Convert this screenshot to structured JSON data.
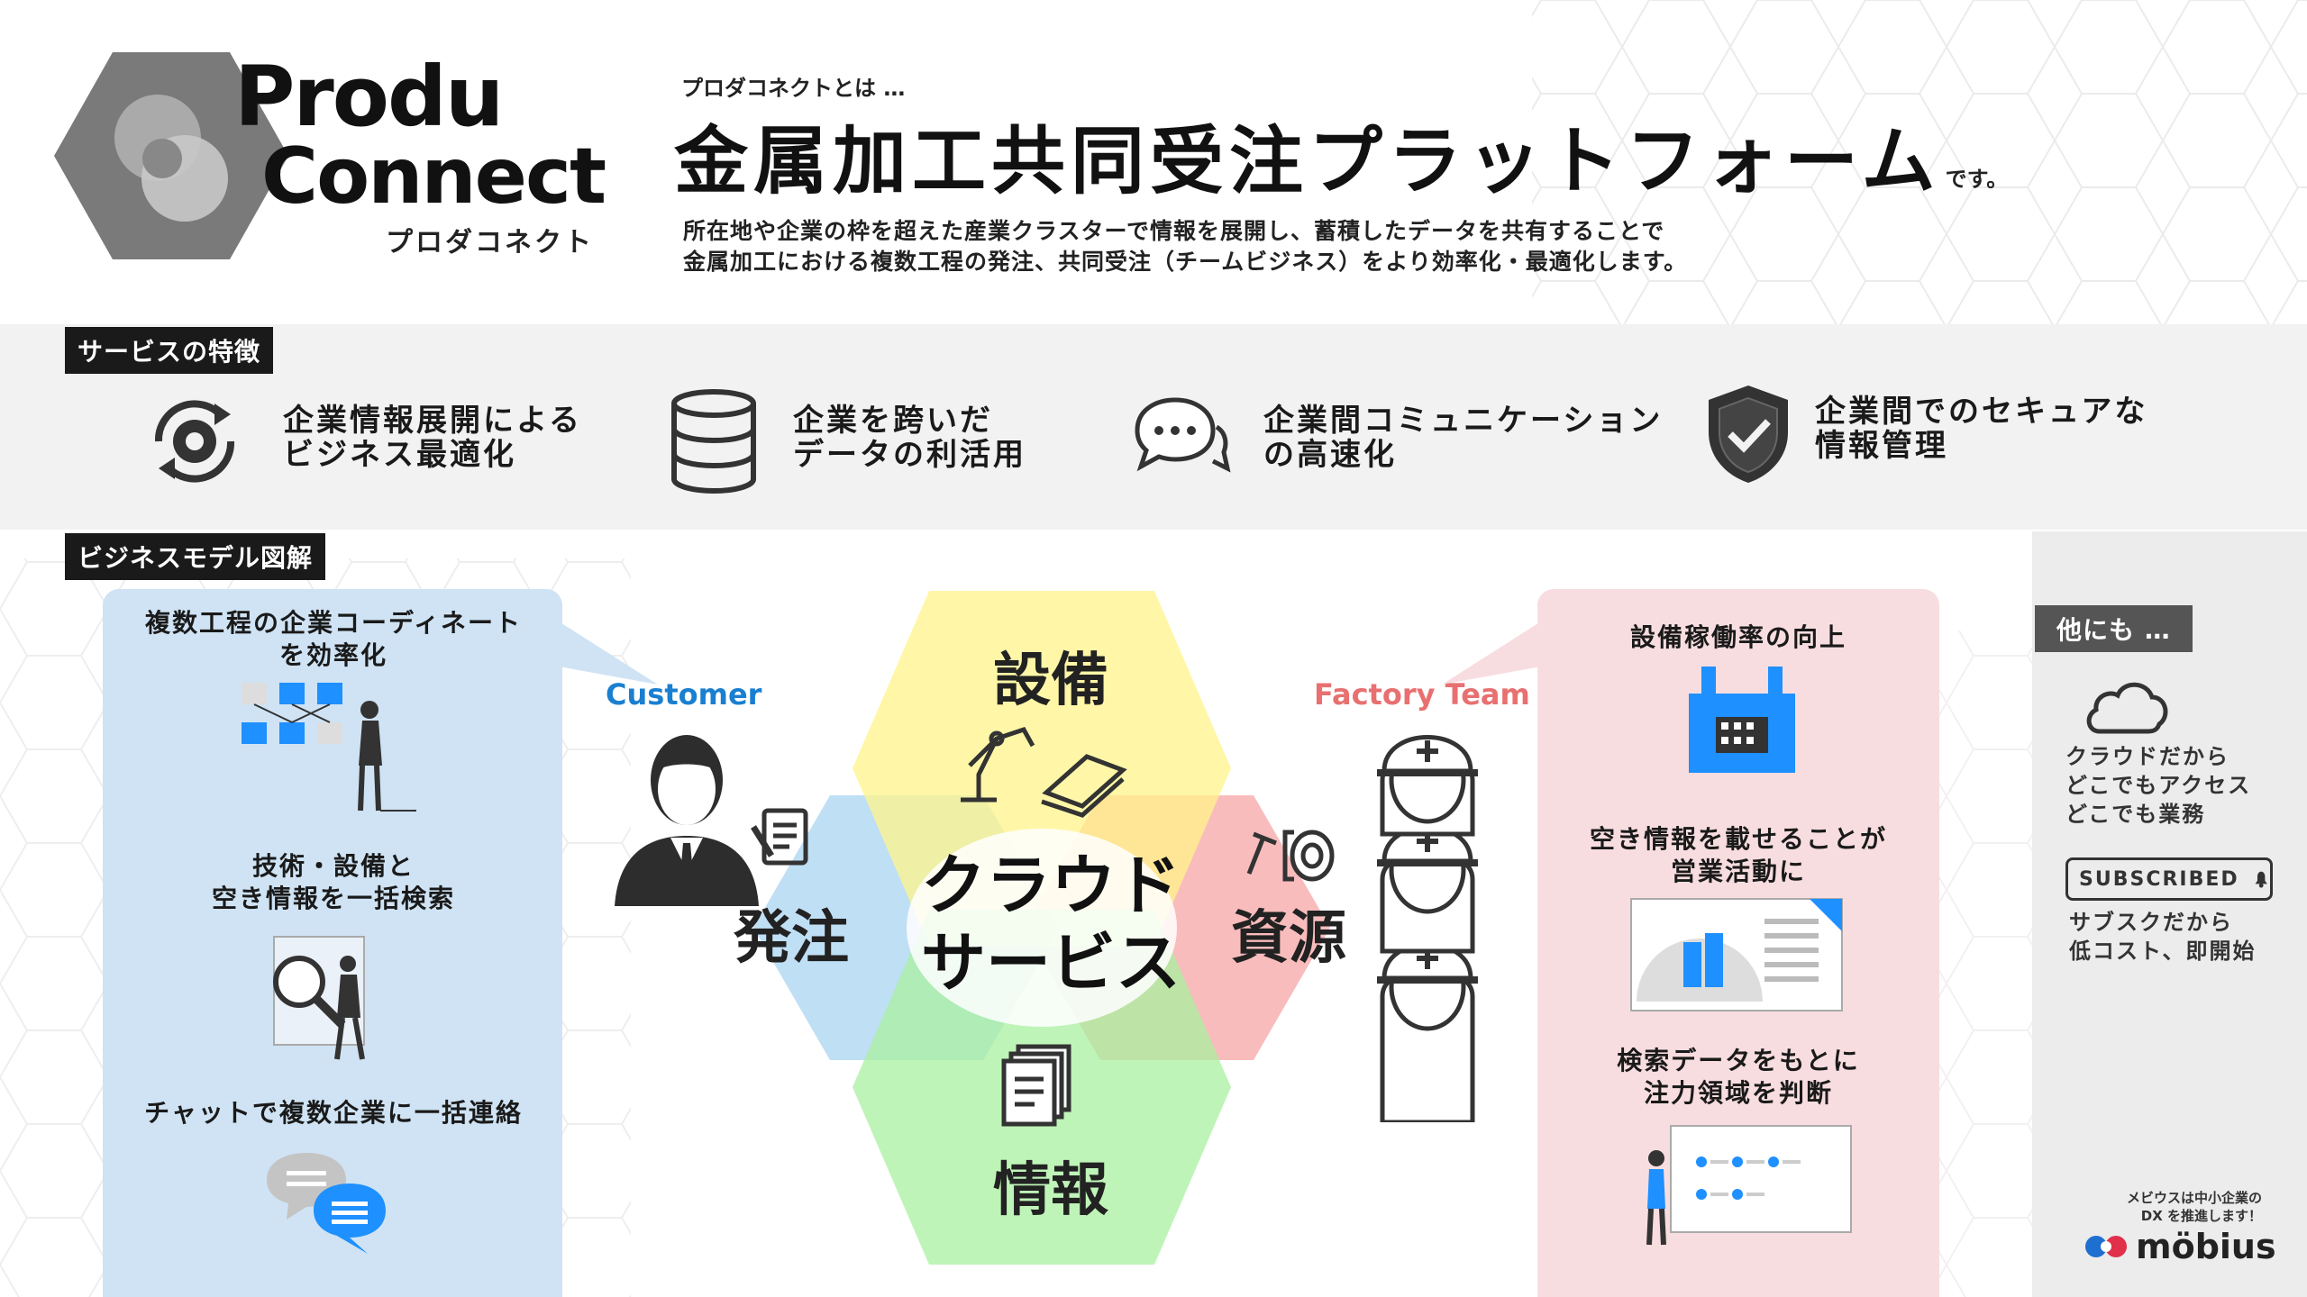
{
  "header": {
    "logo_line1": "Produ",
    "logo_line2": "Connect",
    "logo_kana": "プロダコネクト",
    "intro": "プロダコネクトとは …",
    "title": "金属加工共同受注プラットフォーム",
    "title_suffix": "です。",
    "desc_line1": "所在地や企業の枠を超えた産業クラスターで情報を展開し、蓄積したデータを共有することで",
    "desc_line2": "金属加工における複数工程の発注、共同受注（チームビジネス）をより効率化・最適化します。"
  },
  "features": {
    "label": "サービスの特徴",
    "items": [
      {
        "icon": "gear-cycle-icon",
        "line1": "企業情報展開による",
        "line2": "ビジネス最適化"
      },
      {
        "icon": "database-icon",
        "line1": "企業を跨いだ",
        "line2": "データの利活用"
      },
      {
        "icon": "chat-bubbles-icon",
        "line1": "企業間コミュニケーション",
        "line2": "の高速化"
      },
      {
        "icon": "shield-check-icon",
        "line1": "企業間でのセキュアな",
        "line2": "情報管理"
      }
    ]
  },
  "model": {
    "label": "ビジネスモデル図解",
    "left": {
      "item1_line1": "複数工程の企業コーディネート",
      "item1_line2": "を効率化",
      "item2_line1": "技術・設備と",
      "item2_line2": "空き情報を一括検索",
      "item3": "チャットで複数企業に一括連絡"
    },
    "customer_label": "Customer",
    "factory_label": "Factory Team",
    "hexes": {
      "top": "設備",
      "left": "発注",
      "right": "資源",
      "bottom": "情報",
      "center_line1": "クラウド",
      "center_line2": "サービス"
    },
    "right": {
      "item1": "設備稼働率の向上",
      "item2_line1": "空き情報を載せることが",
      "item2_line2": "営業活動に",
      "item3_line1": "検索データをもとに",
      "item3_line2": "注力領域を判断"
    }
  },
  "sidebar": {
    "label": "他にも …",
    "cloud_line1": "クラウドだから",
    "cloud_line2": "どこでもアクセス",
    "cloud_line3": "どこでも業務",
    "subscribed_badge": "SUBSCRIBED",
    "sub_line1": "サブスクだから",
    "sub_line2": "低コスト、即開始"
  },
  "footer": {
    "note_line1": "メビウスは中小企業の",
    "note_line2": "DX を推進します！",
    "brand": "möbius"
  },
  "colors": {
    "accent_blue": "#1a7fd0",
    "accent_red": "#e87070",
    "hex_yellow": "#fff48a",
    "hex_blue": "#a9d4f2",
    "hex_red": "#f7a6a6",
    "hex_green": "#a9f0a0",
    "panel_blue": "#cfe3f4",
    "panel_pink": "#f8dde0"
  }
}
